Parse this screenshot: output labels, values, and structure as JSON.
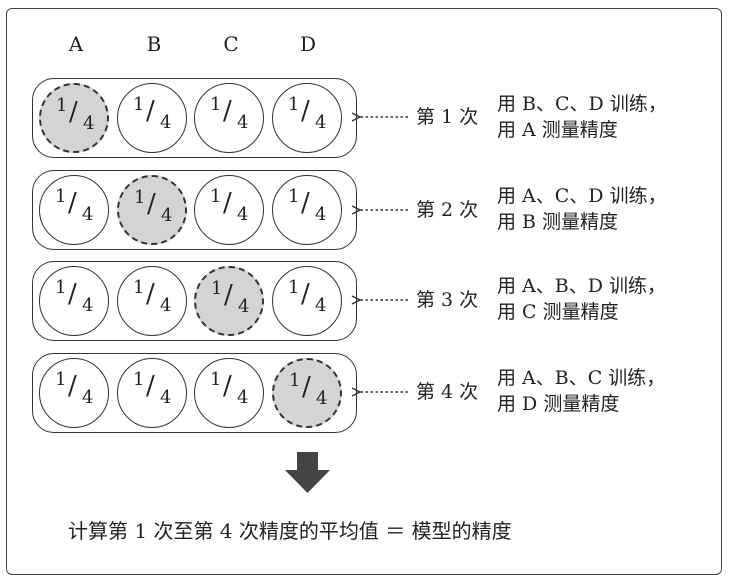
{
  "columns": [
    "A",
    "B",
    "C",
    "D"
  ],
  "fold_fraction": {
    "numerator": "1",
    "slash": "/",
    "denominator": "4"
  },
  "rounds": [
    {
      "label": "第 1 次",
      "test_fold": 0,
      "line1": "用 B、C、D 训练，",
      "line2": "用 A 测量精度"
    },
    {
      "label": "第 2 次",
      "test_fold": 1,
      "line1": "用 A、C、D 训练，",
      "line2": "用 B 测量精度"
    },
    {
      "label": "第 3 次",
      "test_fold": 2,
      "line1": "用 A、B、D 训练，",
      "line2": "用 C 测量精度"
    },
    {
      "label": "第 4 次",
      "test_fold": 3,
      "line1": "用 A、B、C 训练，",
      "line2": "用 D 测量精度"
    }
  ],
  "conclusion": "计算第 1 次至第 4 次精度的平均值 ＝ 模型的精度",
  "colors": {
    "test_fill": "#d4d4d4",
    "train_fill": "#ffffff",
    "ink": "#333333",
    "arrow": "#444444"
  },
  "icons": {
    "pointer": "dotted-left-arrow-icon",
    "down": "down-arrow-icon"
  }
}
